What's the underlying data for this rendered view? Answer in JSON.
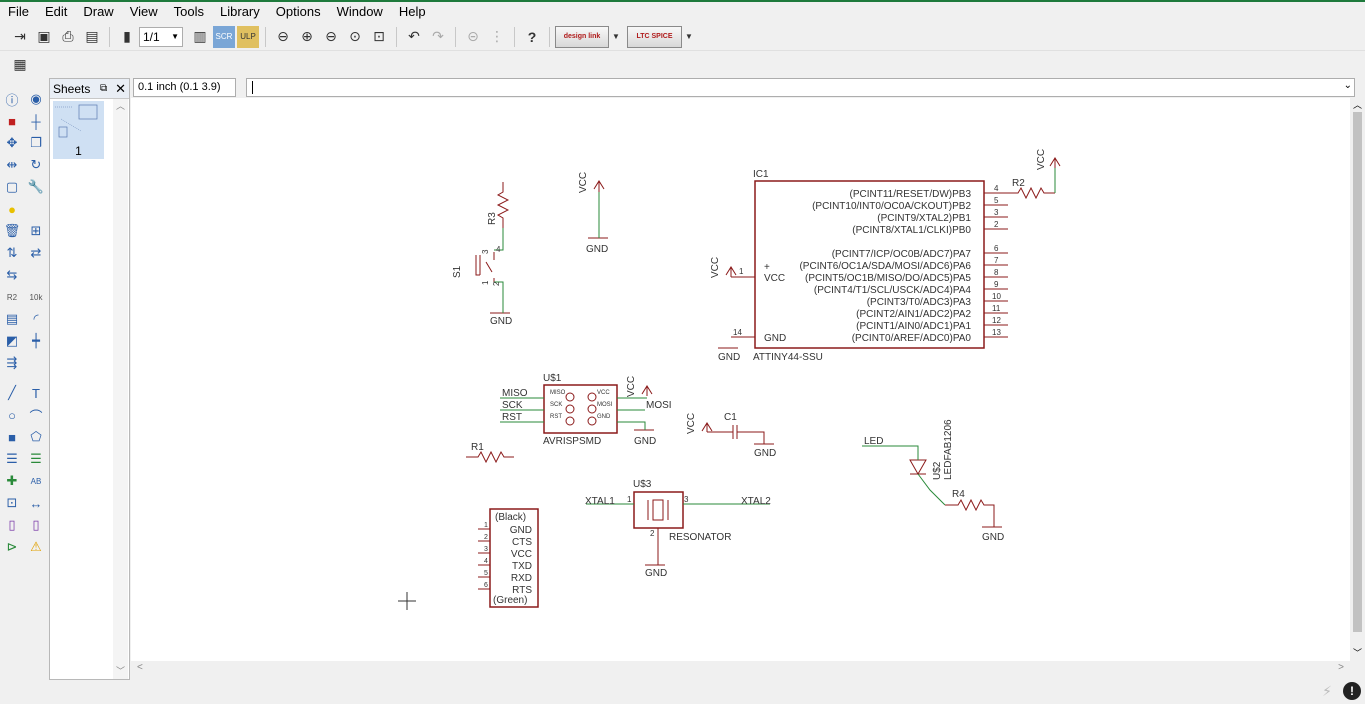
{
  "menu": [
    "File",
    "Edit",
    "Draw",
    "View",
    "Tools",
    "Library",
    "Options",
    "Window",
    "Help"
  ],
  "toolbar": {
    "sheet_select": "1/1",
    "design_link_label": "design link",
    "ltspice_label": "LTC SPICE"
  },
  "sheets_panel": {
    "title": "Sheets",
    "sheet_number": "1"
  },
  "coord_readout": "0.1 inch (0.1 3.9)",
  "command_input": "",
  "schematic": {
    "r3": {
      "name": "R3",
      "pin4": "4",
      "pin3": "3"
    },
    "s1": {
      "name": "S1",
      "pin1": "1",
      "pin2": "2"
    },
    "gnd_labels": [
      "GND",
      "GND",
      "GND",
      "GND",
      "GND",
      "GND",
      "GND"
    ],
    "vcc_labels": [
      "VCC",
      "VCC",
      "VCC",
      "VCC",
      "VCC"
    ],
    "ic1": {
      "name": "IC1",
      "part": "ATTINY44-SSU",
      "vcc_pin": "VCC",
      "vcc_pin_num": "1",
      "gnd_pin": "GND",
      "gnd_pin_num": "14",
      "plus": "+",
      "pins": [
        {
          "label": "(PCINT11/RESET/DW)PB3",
          "num": "4"
        },
        {
          "label": "(PCINT10/INT0/OC0A/CKOUT)PB2",
          "num": "5"
        },
        {
          "label": "(PCINT9/XTAL2)PB1",
          "num": "3"
        },
        {
          "label": "(PCINT8/XTAL1/CLKI)PB0",
          "num": "2"
        },
        {
          "label": "(PCINT7/ICP/OC0B/ADC7)PA7",
          "num": "6"
        },
        {
          "label": "(PCINT6/OC1A/SDA/MOSI/ADC6)PA6",
          "num": "7"
        },
        {
          "label": "(PCINT5/OC1B/MISO/DO/ADC5)PA5",
          "num": "8"
        },
        {
          "label": "(PCINT4/T1/SCL/USCK/ADC4)PA4",
          "num": "9"
        },
        {
          "label": "(PCINT3/T0/ADC3)PA3",
          "num": "10"
        },
        {
          "label": "(PCINT2/AIN1/ADC2)PA2",
          "num": "11"
        },
        {
          "label": "(PCINT1/AIN0/ADC1)PA1",
          "num": "12"
        },
        {
          "label": "(PCINT0/AREF/ADC0)PA0",
          "num": "13"
        }
      ]
    },
    "r2": {
      "name": "R2"
    },
    "u1": {
      "name": "U$1",
      "part": "AVRISPSMD",
      "nets": [
        "MISO",
        "SCK",
        "RST",
        "MOSI"
      ],
      "pin_left": [
        "MISO",
        "SCK",
        "RST"
      ],
      "pin_right": [
        "VCC",
        "MOSI",
        "GND"
      ]
    },
    "r1": {
      "name": "R1"
    },
    "c1": {
      "name": "C1"
    },
    "led": {
      "net": "LED",
      "name": "U$2",
      "part": "LEDFAB1206"
    },
    "r4": {
      "name": "R4"
    },
    "u3": {
      "name": "U$3",
      "part": "RESONATOR",
      "net_left": "XTAL1",
      "net_right": "XTAL2",
      "pin1": "1",
      "pin2": "2",
      "pin3": "3"
    },
    "ftdi": {
      "top": "(Black)",
      "bottom": "(Green)",
      "pins": [
        "GND",
        "CTS",
        "VCC",
        "TXD",
        "RXD",
        "RTS"
      ],
      "nums": [
        "1",
        "2",
        "3",
        "4",
        "5",
        "6"
      ]
    }
  }
}
